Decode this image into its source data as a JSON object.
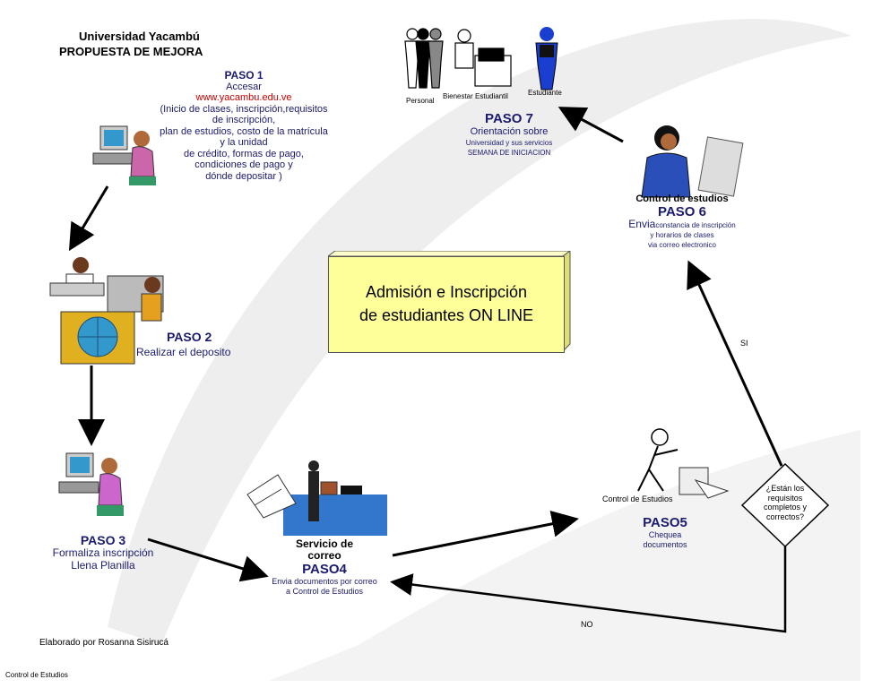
{
  "header": {
    "university": "Universidad Yacambú",
    "proposal": "PROPUESTA DE MEJORA"
  },
  "center_box": {
    "line1": "Admisión e Inscripción",
    "line2": "de estudiantes ON LINE"
  },
  "steps": {
    "paso1": {
      "title": "PASO 1",
      "action": "Accesar",
      "url": "www.yacambu.edu.ve",
      "details": [
        "(Inicio de clases, inscripción,requisitos",
        "de inscripción,",
        "plan de estudios, costo de la matrícula",
        "y la unidad",
        "de crédito, formas de pago,",
        "condiciones de pago y",
        "dónde depositar )"
      ]
    },
    "paso2": {
      "title": "PASO 2",
      "action": "Realizar el deposito"
    },
    "paso3": {
      "title": "PASO 3",
      "line1": "Formaliza inscripción",
      "line2": "Llena Planilla"
    },
    "paso4": {
      "service": "Servicio de",
      "service2": "correo",
      "title": "PASO4",
      "line1": "Envia documentos por correo",
      "line2": "a Control de Estudios"
    },
    "paso5": {
      "dept": "Control de Estudios",
      "title": "PASO5",
      "line1": "Chequea",
      "line2": "documentos"
    },
    "paso6": {
      "dept": "Control de estudios",
      "title": "PASO 6",
      "envia": "Envia",
      "line1": "constancia de inscripción",
      "line2": "y horarios de clases",
      "line3": "via correo electronico"
    },
    "paso7": {
      "title": "PASO 7",
      "line1": "Orientación sobre",
      "line2": "Universidad y sus servicios",
      "line3": "SEMANA DE INICIACION",
      "labels": {
        "personal": "Personal",
        "bienestar": "Bienestar Estudiantil",
        "estudiante": "Estudiante"
      }
    }
  },
  "decision": {
    "lines": [
      "¿Están los",
      "requisitos",
      "completos y",
      "correctos?"
    ],
    "yes": "SI",
    "no": "NO"
  },
  "footer": {
    "author": "Elaborado por Rosanna Sisirucá",
    "dept": "Control de Estudios"
  },
  "colors": {
    "navy": "#1a1a6e",
    "url_red": "#cc0000",
    "box_yellow": "#ffff99",
    "swoosh": "#e8e8e8"
  }
}
